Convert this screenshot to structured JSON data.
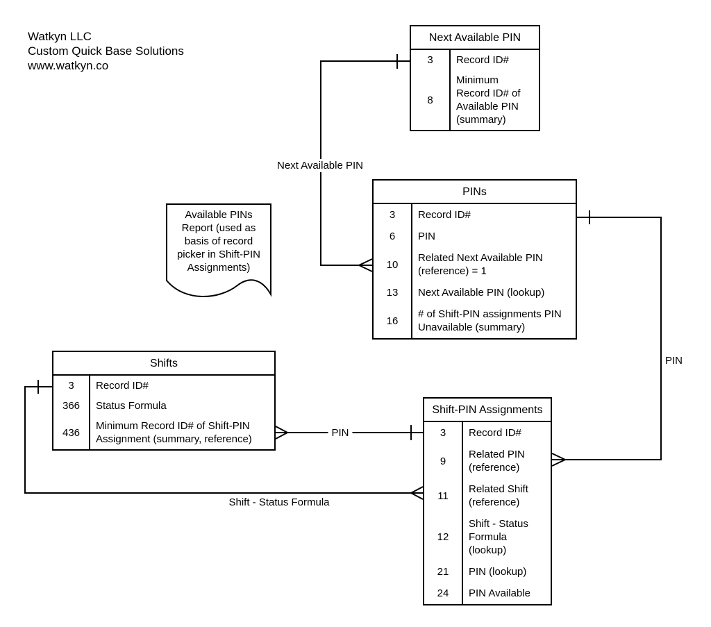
{
  "page": {
    "background": "#ffffff",
    "line_color": "#000000",
    "text_color": "#000000",
    "diagram_type": "entity-relationship"
  },
  "branding": {
    "lines": [
      "Watkyn LLC",
      "Custom Quick Base Solutions",
      "www.watkyn.co"
    ]
  },
  "tables": [
    {
      "title": "Next Available PIN",
      "rows": [
        {
          "id": "3",
          "label": "Record ID#"
        },
        {
          "id": "8",
          "label": "Minimum\nRecord ID# of\nAvailable PIN\n(summary)"
        }
      ]
    },
    {
      "title": "PINs",
      "rows": [
        {
          "id": "3",
          "label": "Record ID#"
        },
        {
          "id": "6",
          "label": "PIN"
        },
        {
          "id": "10",
          "label": "Related Next Available PIN\n(reference) = 1"
        },
        {
          "id": "13",
          "label": "Next Available PIN (lookup)"
        },
        {
          "id": "16",
          "label": "# of Shift-PIN assignments PIN\nUnavailable (summary)"
        }
      ]
    },
    {
      "title": "Shifts",
      "rows": [
        {
          "id": "3",
          "label": "Record ID#"
        },
        {
          "id": "366",
          "label": "Status Formula"
        },
        {
          "id": "436",
          "label": "Minimum Record ID# of Shift-PIN\nAssignment (summary, reference)"
        }
      ]
    },
    {
      "title": "Shift-PIN Assignments",
      "rows": [
        {
          "id": "3",
          "label": "Record ID#"
        },
        {
          "id": "9",
          "label": "Related PIN\n(reference)"
        },
        {
          "id": "11",
          "label": "Related Shift\n(reference)"
        },
        {
          "id": "12",
          "label": "Shift - Status\nFormula\n(lookup)"
        },
        {
          "id": "21",
          "label": "PIN (lookup)"
        },
        {
          "id": "24",
          "label": "PIN Available"
        }
      ]
    }
  ],
  "note": {
    "text": "Available PINs\nReport (used as\nbasis of record\npicker in Shift-PIN\nAssignments)"
  },
  "connectors": [
    {
      "label": "Next Available PIN",
      "from": "Next Available PIN",
      "to": "PINs",
      "from_marker": "one",
      "to_marker": "many"
    },
    {
      "label": "PIN",
      "from": "PINs",
      "to": "Shift-PIN Assignments",
      "from_marker": "one",
      "to_marker": "many"
    },
    {
      "label": "PIN",
      "from": "Shift-PIN Assignments",
      "to": "Shifts",
      "from_marker": "one",
      "to_marker": "many"
    },
    {
      "label": "Shift - Status Formula",
      "from": "Shifts",
      "to": "Shift-PIN Assignments",
      "from_marker": "one",
      "to_marker": "many"
    }
  ]
}
